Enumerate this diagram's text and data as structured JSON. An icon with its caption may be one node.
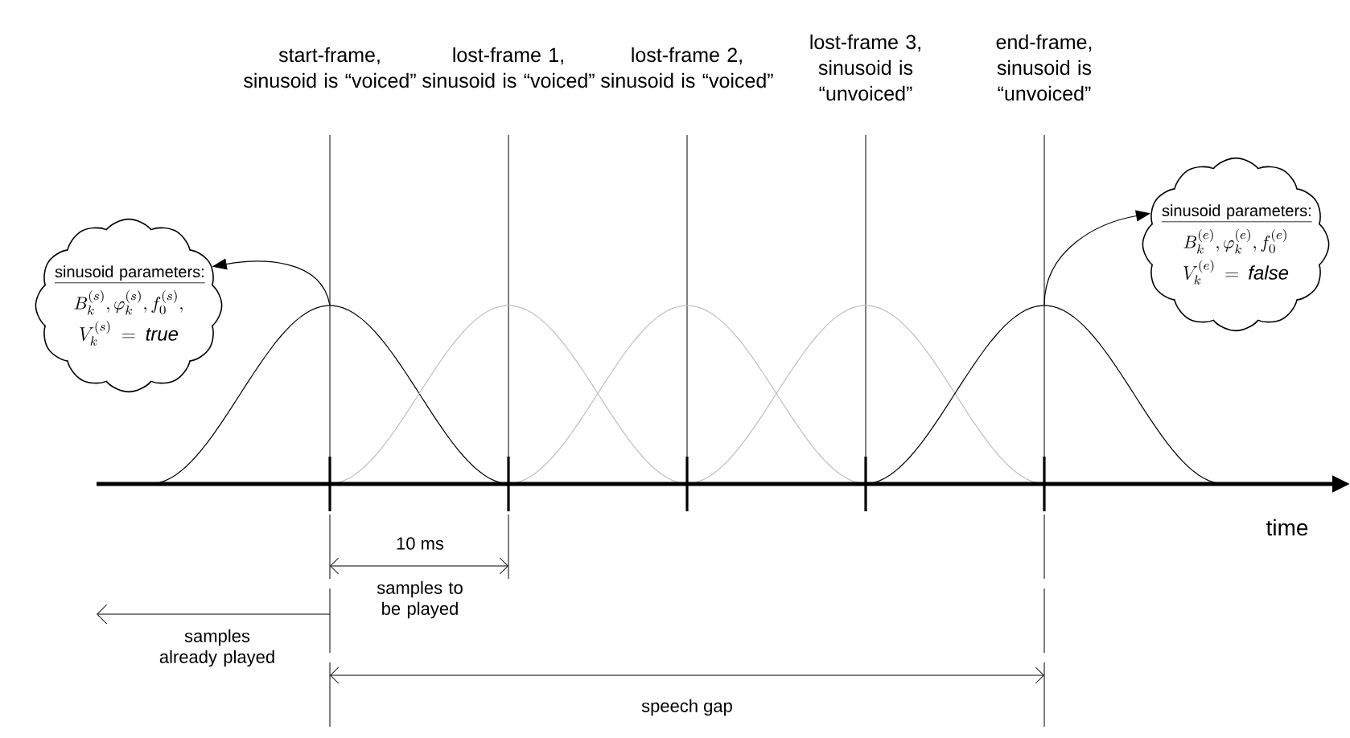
{
  "diagram": {
    "nodes": [
      {
        "text": [
          "start-frame, sinusoid is “voiced”"
        ]
      },
      {
        "text": [
          "lost-frame 1, sinusoid is “voiced”"
        ]
      },
      {
        "text": [
          "lost-frame 2, sinusoid is “voiced”"
        ]
      },
      {
        "text": [
          "lost-frame 3, sinusoid is “unvoiced”"
        ]
      },
      {
        "text": [
          "end-frame, sinusoid is “unvoiced”"
        ]
      },
      {
        "text": [
          "sinusoid parameters:",
          "B_k^{(s)},\\varphi_k^{(s)},f_0^{(s)},",
          "V_k^{(s)}=\\mathit{true}"
        ]
      },
      {
        "text": [
          "sinusoid parameters:",
          "B_k^{(e)},\\varphi_k^{(e)},f_0^{(e)}",
          "V_k^{(e)}=\\mathit{false}"
        ]
      },
      {
        "text": [],
        "shape": "curve"
      },
      {
        "text": [],
        "shape": "curve"
      },
      {
        "text": [],
        "shape": "curve"
      },
      {
        "text": [],
        "shape": "curve"
      },
      {
        "text": [],
        "shape": "curve"
      }
    ],
    "edges": [
      {
        "from": 7,
        "to": 5,
        "arrow": "to"
      },
      {
        "from": 11,
        "to": 6,
        "arrow": "to"
      }
    ],
    "labels": [
      "time",
      "10 ms",
      "samples to be played",
      "samples already played",
      "speech gap"
    ]
  }
}
